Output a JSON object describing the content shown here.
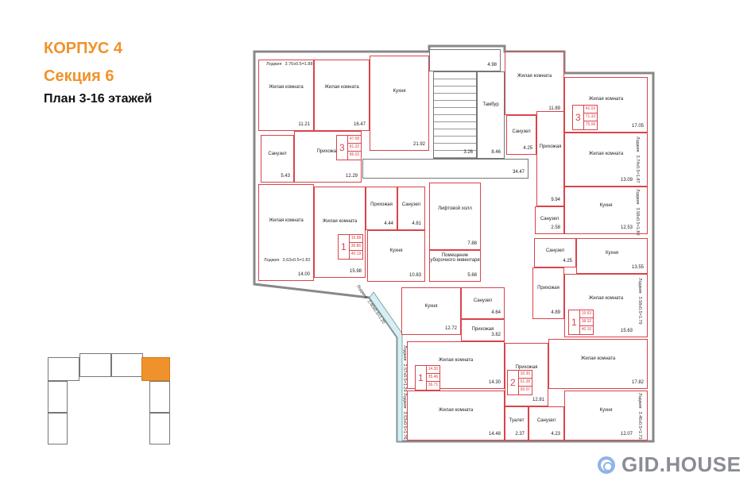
{
  "header": {
    "building": "КОРПУС 4",
    "section": "Секция 6",
    "floors": "План 3-16 этажей"
  },
  "brand": {
    "logo_text": "GID.HOUSE",
    "accent": "#f0922b",
    "wall": "#d9434b"
  },
  "plan": {
    "rooms": [
      {
        "name": "Жилая комната",
        "area": "11.21"
      },
      {
        "name": "Жилая комната",
        "area": "16.47"
      },
      {
        "name": "Кухня",
        "area": "21.92"
      },
      {
        "name": "Прихожая",
        "area": "12.29"
      },
      {
        "name": "Санузел",
        "area": "5.43"
      },
      {
        "name": "",
        "area": "3.26"
      },
      {
        "name": "",
        "area": "4.98"
      },
      {
        "name": "Тамбур",
        "area": "8.46"
      },
      {
        "name": "",
        "area": "34.47"
      },
      {
        "name": "Жилая комната",
        "area": "11.89"
      },
      {
        "name": "Жилая комната",
        "area": "17.05"
      },
      {
        "name": "Санузел",
        "area": "4.25"
      },
      {
        "name": "Прихожая",
        "area": "9.94"
      },
      {
        "name": "Жилая комната",
        "area": "13.09"
      },
      {
        "name": "Кухня",
        "area": "12.53"
      },
      {
        "name": "Санузел",
        "area": "2.58"
      },
      {
        "name": "Жилая комната",
        "area": "14.00"
      },
      {
        "name": "Жилая комната",
        "area": "15.98"
      },
      {
        "name": "Прихожая",
        "area": "4.44"
      },
      {
        "name": "Санузел",
        "area": "4.81"
      },
      {
        "name": "Кухня",
        "area": "10.83"
      },
      {
        "name": "Лифтовой холл",
        "area": "7.88"
      },
      {
        "name": "Помещение уборочного инвентаря",
        "area": "5.68"
      },
      {
        "name": "Санузел",
        "area": "4.25"
      },
      {
        "name": "Кухня",
        "area": "13.55"
      },
      {
        "name": "Прихожая",
        "area": "4.89"
      },
      {
        "name": "Жилая комната",
        "area": "15.63"
      },
      {
        "name": "Кухня",
        "area": "12.72"
      },
      {
        "name": "Санузел",
        "area": "4.64"
      },
      {
        "name": "Прихожая",
        "area": "3.82"
      },
      {
        "name": "Жилая комната",
        "area": "14.30"
      },
      {
        "name": "Прихожая",
        "area": "12.81"
      },
      {
        "name": "Жилая комната",
        "area": "17.82"
      },
      {
        "name": "Жилая комната",
        "area": "14.48"
      },
      {
        "name": "Туалет",
        "area": "2.37"
      },
      {
        "name": "Санузел",
        "area": "4.23"
      },
      {
        "name": "Кухня",
        "area": "12.07"
      }
    ],
    "apartments": [
      {
        "rooms": "3",
        "living": "47.68",
        "total": "81.32",
        "total_with_loggia": "86.02"
      },
      {
        "rooms": "3",
        "living": "42.03",
        "total": "71.33",
        "total_with_loggia": "75.06"
      },
      {
        "rooms": "1",
        "living": "15.98",
        "total": "36.86",
        "total_with_loggia": "40.19"
      },
      {
        "rooms": "1",
        "living": "15.63",
        "total": "38.32",
        "total_with_loggia": "40.10"
      },
      {
        "rooms": "1",
        "living": "14.30",
        "total": "35.46",
        "total_with_loggia": "36.71"
      },
      {
        "rooms": "2",
        "living": "32.30",
        "total": "61.38",
        "total_with_loggia": "65.07"
      }
    ],
    "loggia_label": "Лоджия",
    "loggias": [
      "3.76х0.5=1.88",
      "3.74х0.5=1.87",
      "3.58х0.5=1.80",
      "3.63х0.5=1.82",
      "2.40х0.5=1.20",
      "3.58х0.5=1.79",
      "2.57х0.5=1.29",
      "3.53х0.5=1.76",
      "3.46х0.5=1.73"
    ]
  }
}
